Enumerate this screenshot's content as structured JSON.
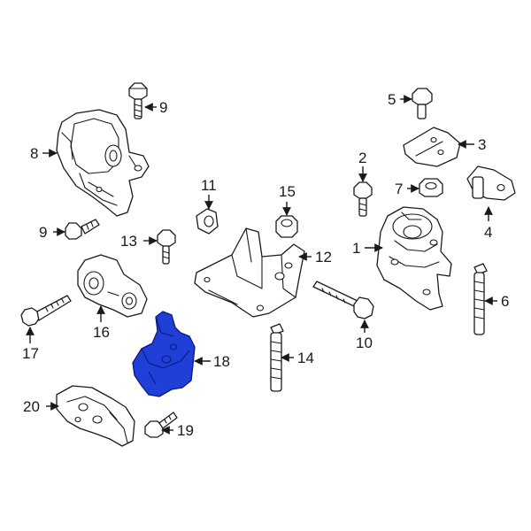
{
  "callouts": {
    "c1": "1",
    "c2": "2",
    "c3": "3",
    "c4": "4",
    "c5": "5",
    "c6": "6",
    "c7": "7",
    "c8": "8",
    "c9a": "9",
    "c9b": "9",
    "c10": "10",
    "c11": "11",
    "c12": "12",
    "c13": "13",
    "c14": "14",
    "c15": "15",
    "c16": "16",
    "c17": "17",
    "c18": "18",
    "c19": "19",
    "c20": "20"
  },
  "highlighted_part": "18",
  "colors": {
    "line": "#1a1a1a",
    "highlight": "#1f3fd6",
    "background": "#ffffff"
  }
}
